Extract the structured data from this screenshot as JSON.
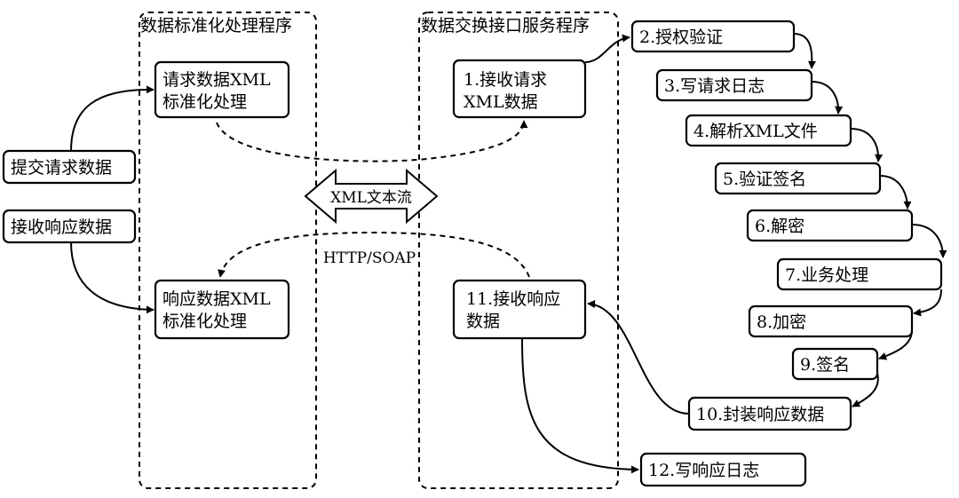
{
  "groups": {
    "standardize": "数据标准化处理程序",
    "exchange": "数据交换接口服务程序"
  },
  "left_inputs": {
    "submit_request": "提交请求数据",
    "receive_response": "接收响应数据"
  },
  "standardize_nodes": {
    "request_xml": [
      "请求数据XML",
      "标准化处理"
    ],
    "response_xml": [
      "响应数据XML",
      "标准化处理"
    ]
  },
  "exchange_nodes": {
    "receive_request": [
      "1.接收请求",
      "XML数据"
    ],
    "receive_response": [
      "11.接收响应",
      "数据"
    ]
  },
  "center": {
    "stream_label": "XML文本流",
    "protocol_label": "HTTP/SOAP"
  },
  "steps": [
    "2.授权验证",
    "3.写请求日志",
    "4.解析XML文件",
    "5.验证签名",
    "6.解密",
    "7.业务处理",
    "8.加密",
    "9.签名",
    "10.封装响应数据",
    "12.写响应日志"
  ]
}
